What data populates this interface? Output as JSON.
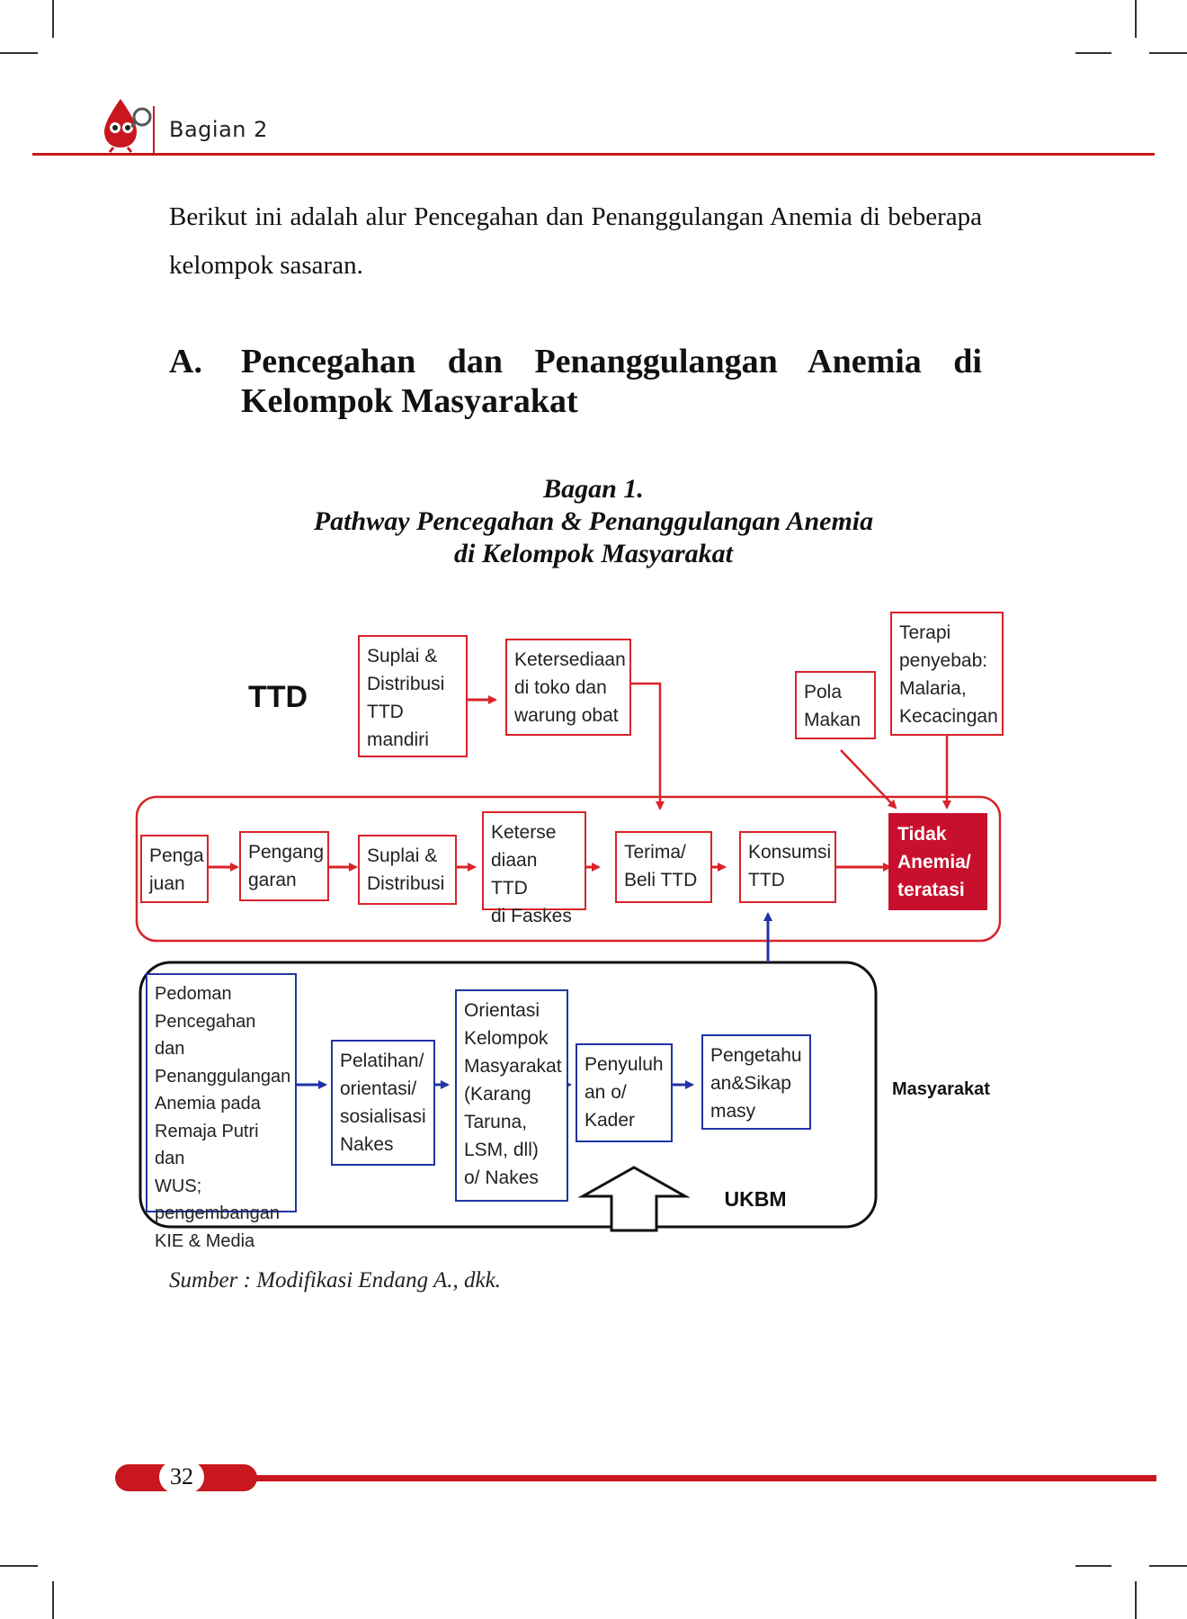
{
  "header": {
    "section_label": "Bagian 2"
  },
  "intro_text": "Berikut ini adalah alur Pencegahan dan Penanggulangan Anemia di beberapa kelompok sasaran.",
  "section": {
    "letter": "A.",
    "title": "Pencegahan dan Penanggulangan Anemia di Kelompok Masyarakat"
  },
  "caption": {
    "line1": "Bagan 1.",
    "line2": "Pathway Pencegahan & Penanggulangan Anemia",
    "line3": "di Kelompok Masyarakat"
  },
  "diagram": {
    "ttd_label": "TTD",
    "masyarakat_label": "Masyarakat",
    "ukbm_label": "UKBM",
    "top": {
      "suplai_mandiri": [
        "Suplai &",
        "Distribusi",
        "TTD",
        "mandiri"
      ],
      "ketersediaan_toko": [
        "Ketersediaan",
        "di toko dan",
        "warung obat"
      ],
      "pola_makan": [
        "Pola",
        "Makan"
      ],
      "terapi": [
        "Terapi",
        "penyebab:",
        "Malaria,",
        "Kecacingan"
      ]
    },
    "middle": {
      "pengajuan": [
        "Penga",
        "juan"
      ],
      "pengadaan": [
        "Pengang",
        "garan"
      ],
      "suplai": [
        "Suplai &",
        "Distribusi"
      ],
      "ketersediaan_faskes": [
        "Keterse",
        "diaan TTD",
        "di Faskes"
      ],
      "terima": [
        "Terima/",
        "Beli  TTD"
      ],
      "konsumsi": [
        "Konsumsi",
        "TTD"
      ],
      "outcome": [
        "Tidak",
        "Anemia/",
        "teratasi"
      ]
    },
    "bottom": {
      "pedoman": [
        "Pedoman",
        "Pencegahan dan",
        "Penanggulangan",
        "Anemia pada",
        "Remaja Putri dan",
        "WUS;",
        "pengembangan",
        "KIE & Media"
      ],
      "pelatihan": [
        "Pelatihan/",
        "orientasi/",
        "sosialisasi",
        "Nakes"
      ],
      "orientasi": [
        "Orientasi",
        "Kelompok",
        "Masyarakat",
        "(Karang",
        "Taruna,",
        "LSM, dll)",
        "o/ Nakes"
      ],
      "penyuluhan": [
        "Penyuluh",
        "an o/",
        "Kader"
      ],
      "pengetahuan": [
        "Pengetahu",
        "an&Sikap",
        "masy"
      ]
    },
    "colors": {
      "red": "#d9232a",
      "blue": "#2233a6",
      "outcome_fill": "#c8102e"
    }
  },
  "source_note": "Sumber : Modifikasi Endang A., dkk.",
  "footer": {
    "page_number": "32"
  }
}
